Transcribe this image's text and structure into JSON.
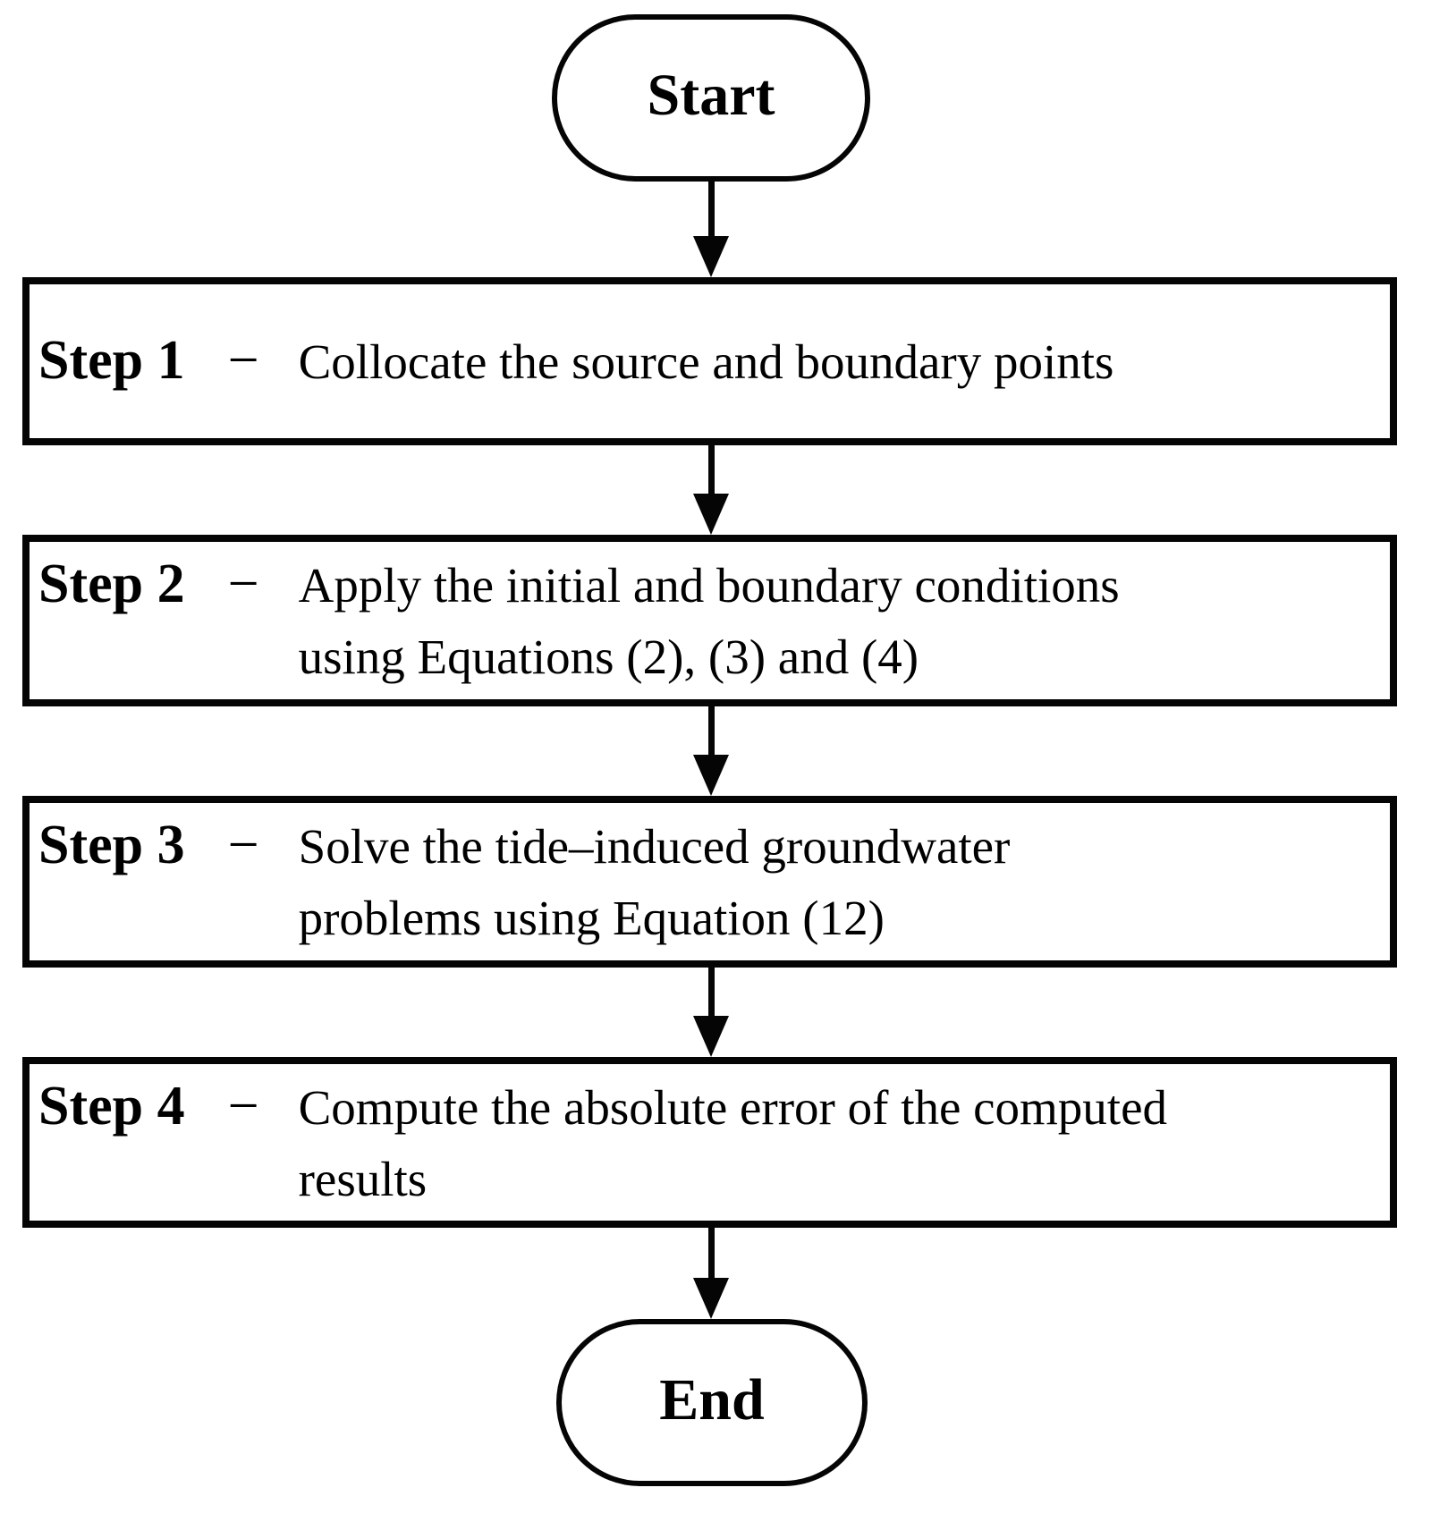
{
  "flow": {
    "start": {
      "label": "Start"
    },
    "end": {
      "label": "End"
    },
    "separator": "−",
    "steps": [
      {
        "label": "Step 1",
        "lines": [
          "Collocate the source and boundary points"
        ]
      },
      {
        "label": "Step 2",
        "lines": [
          "Apply the initial and boundary conditions",
          "using Equations (2), (3) and (4)"
        ]
      },
      {
        "label": "Step 3",
        "lines": [
          "Solve the tide–induced groundwater",
          "problems using Equation (12)"
        ]
      },
      {
        "label": "Step 4",
        "lines": [
          "Compute the absolute error of the computed",
          "results"
        ]
      }
    ]
  }
}
